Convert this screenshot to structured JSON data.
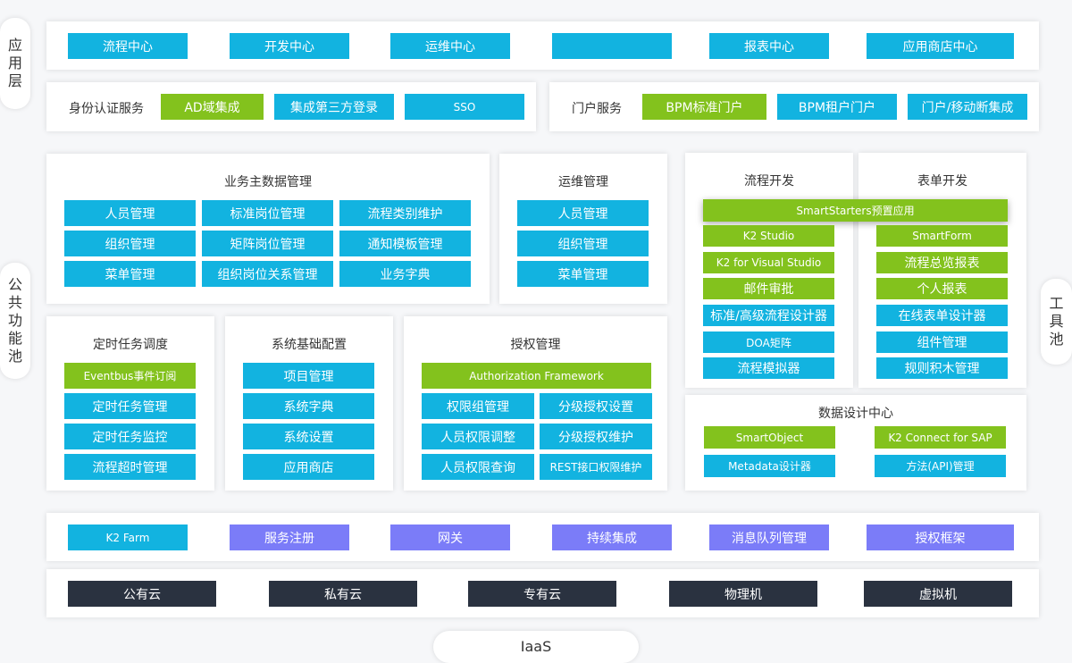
{
  "side_labels": {
    "app_layer": [
      "应",
      "用",
      "层"
    ],
    "common_pool": [
      "公",
      "共",
      "功",
      "能",
      "池"
    ],
    "tool_pool": [
      "工",
      "具",
      "池"
    ],
    "iaas": "IaaS"
  },
  "app_row": [
    "流程中心",
    "开发中心",
    "运维中心",
    "",
    "报表中心",
    "应用商店中心"
  ],
  "identity": {
    "label": "身份认证服务",
    "items": [
      "AD域集成",
      "集成第三方登录",
      "SSO"
    ]
  },
  "portal": {
    "label": "门户服务",
    "items": [
      "BPM标准门户",
      "BPM租户门户",
      "门户/移动断集成"
    ]
  },
  "master_data": {
    "title": "业务主数据管理",
    "col1": [
      "人员管理",
      "组织管理",
      "菜单管理"
    ],
    "col2": [
      "标准岗位管理",
      "矩阵岗位管理",
      "组织岗位关系管理"
    ],
    "col3": [
      "流程类别维护",
      "通知模板管理",
      "业务字典"
    ]
  },
  "ops": {
    "title": "运维管理",
    "items": [
      "人员管理",
      "组织管理",
      "菜单管理"
    ]
  },
  "flow_dev": {
    "title": "流程开发",
    "items": [
      "K2 Studio",
      "K2 for Visual Studio",
      "邮件审批",
      "标准/高级流程设计器",
      "DOA矩阵",
      "流程模拟器"
    ]
  },
  "form_dev": {
    "title": "表单开发",
    "items": [
      "SmartForm",
      "流程总览报表",
      "个人报表",
      "在线表单设计器",
      "组件管理",
      "规则积木管理"
    ]
  },
  "smartstarters": "SmartStarters预置应用",
  "scheduler": {
    "title": "定时任务调度",
    "items": [
      "Eventbus事件订阅",
      "定时任务管理",
      "定时任务监控",
      "流程超时管理"
    ]
  },
  "sys_config": {
    "title": "系统基础配置",
    "items": [
      "项目管理",
      "系统字典",
      "系统设置",
      "应用商店"
    ]
  },
  "auth": {
    "title": "授权管理",
    "framework": "Authorization Framework",
    "col1": [
      "权限组管理",
      "人员权限调整",
      "人员权限查询"
    ],
    "col2": [
      "分级授权设置",
      "分级授权维护",
      "REST接口权限维护"
    ]
  },
  "data_design": {
    "title": "数据设计中心",
    "items": [
      "SmartObject",
      "K2 Connect for SAP",
      "Metadata设计器",
      "方法(API)管理"
    ]
  },
  "platform_row": [
    "K2 Farm",
    "服务注册",
    "网关",
    "持续集成",
    "消息队列管理",
    "授权框架"
  ],
  "infra_row": [
    "公有云",
    "私有云",
    "专有云",
    "物理机",
    "虚拟机"
  ],
  "colors": {
    "cyan": "#12b3e0",
    "green": "#83c21d",
    "purple": "#7b7cf8",
    "dark": "#2a3240"
  }
}
